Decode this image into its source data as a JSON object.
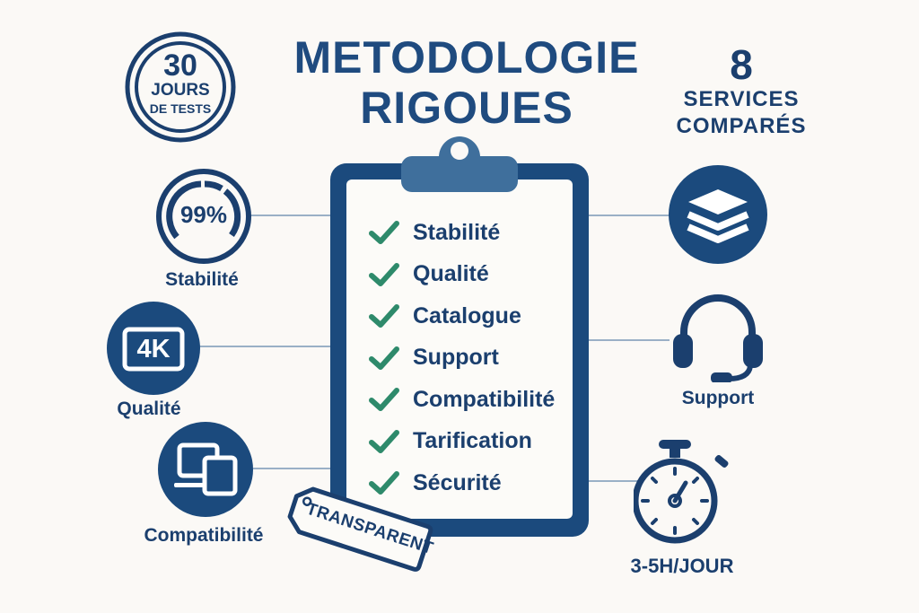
{
  "title": {
    "line1": "METODOLOGIE",
    "line2": "RIGOUES"
  },
  "badge_days": {
    "number": "30",
    "line1": "JOURS",
    "line2": "DE TESTS"
  },
  "services_stat": {
    "number": "8",
    "line1": "SERVICES",
    "line2": "COMPARÉS"
  },
  "left_features": [
    {
      "icon": "gauge-99-icon",
      "value": "99%",
      "label": "Stabilité"
    },
    {
      "icon": "4k-icon",
      "value": "4K",
      "label": "Qualité"
    },
    {
      "icon": "devices-icon",
      "label": "Compatibilité"
    }
  ],
  "right_features": [
    {
      "icon": "layers-icon",
      "label": ""
    },
    {
      "icon": "headset-icon",
      "label": "Support"
    },
    {
      "icon": "stopwatch-icon",
      "label": "3-5H/JOUR"
    }
  ],
  "checklist": {
    "items": [
      "Stabilité",
      "Qualité",
      "Catalogue",
      "Support",
      "Compatibilité",
      "Tarification",
      "Sécurité"
    ]
  },
  "tag": {
    "label": "TRANSPARENT"
  },
  "colors": {
    "navy": "#1b3f6e",
    "board": "#1b4a7d",
    "clip": "#3f6f9c",
    "check_green": "#2e8a6b",
    "connector": "#9ab0c6",
    "background": "#fbf9f6"
  }
}
